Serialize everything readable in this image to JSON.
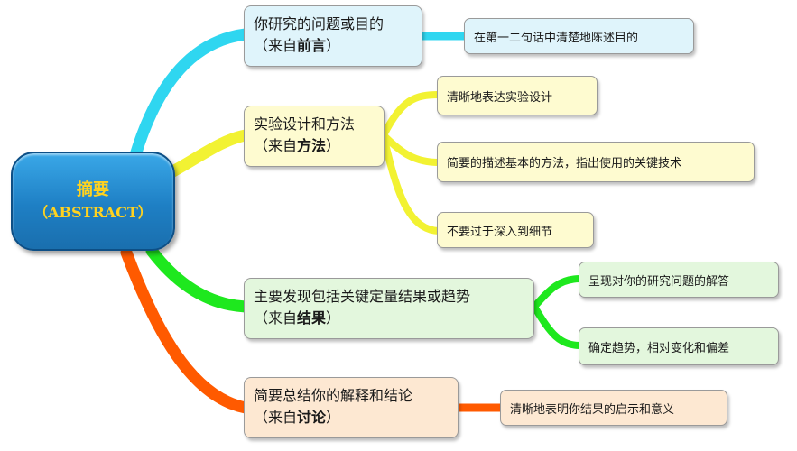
{
  "root": {
    "title": "摘要",
    "subtitle": "（ABSTRACT）"
  },
  "colors": {
    "blue": "#2fd6f0",
    "yellow": "#f2f232",
    "green": "#1ee81e",
    "orange": "#ff5a00"
  },
  "branches": [
    {
      "line1": "你研究的问题或目的",
      "line2_prefix": "（来自",
      "line2_bold": "前言",
      "line2_suffix": "）",
      "leaves": [
        "在第一二句话中清楚地陈述目的"
      ]
    },
    {
      "line1": "实验设计和方法",
      "line2_prefix": "（来自",
      "line2_bold": "方法",
      "line2_suffix": "）",
      "leaves": [
        "清晰地表达实验设计",
        "简要的描述基本的方法，指出使用的关键技术",
        "不要过于深入到细节"
      ]
    },
    {
      "line1": "主要发现包括关键定量结果或趋势",
      "line2_prefix": "（来自",
      "line2_bold": "结果",
      "line2_suffix": "）",
      "leaves": [
        "呈现对你的研究问题的解答",
        "确定趋势，相对变化和偏差"
      ]
    },
    {
      "line1": "简要总结你的解释和结论",
      "line2_prefix": "（来自",
      "line2_bold": "讨论",
      "line2_suffix": "）",
      "leaves": [
        "清晰地表明你结果的启示和意义"
      ]
    }
  ]
}
